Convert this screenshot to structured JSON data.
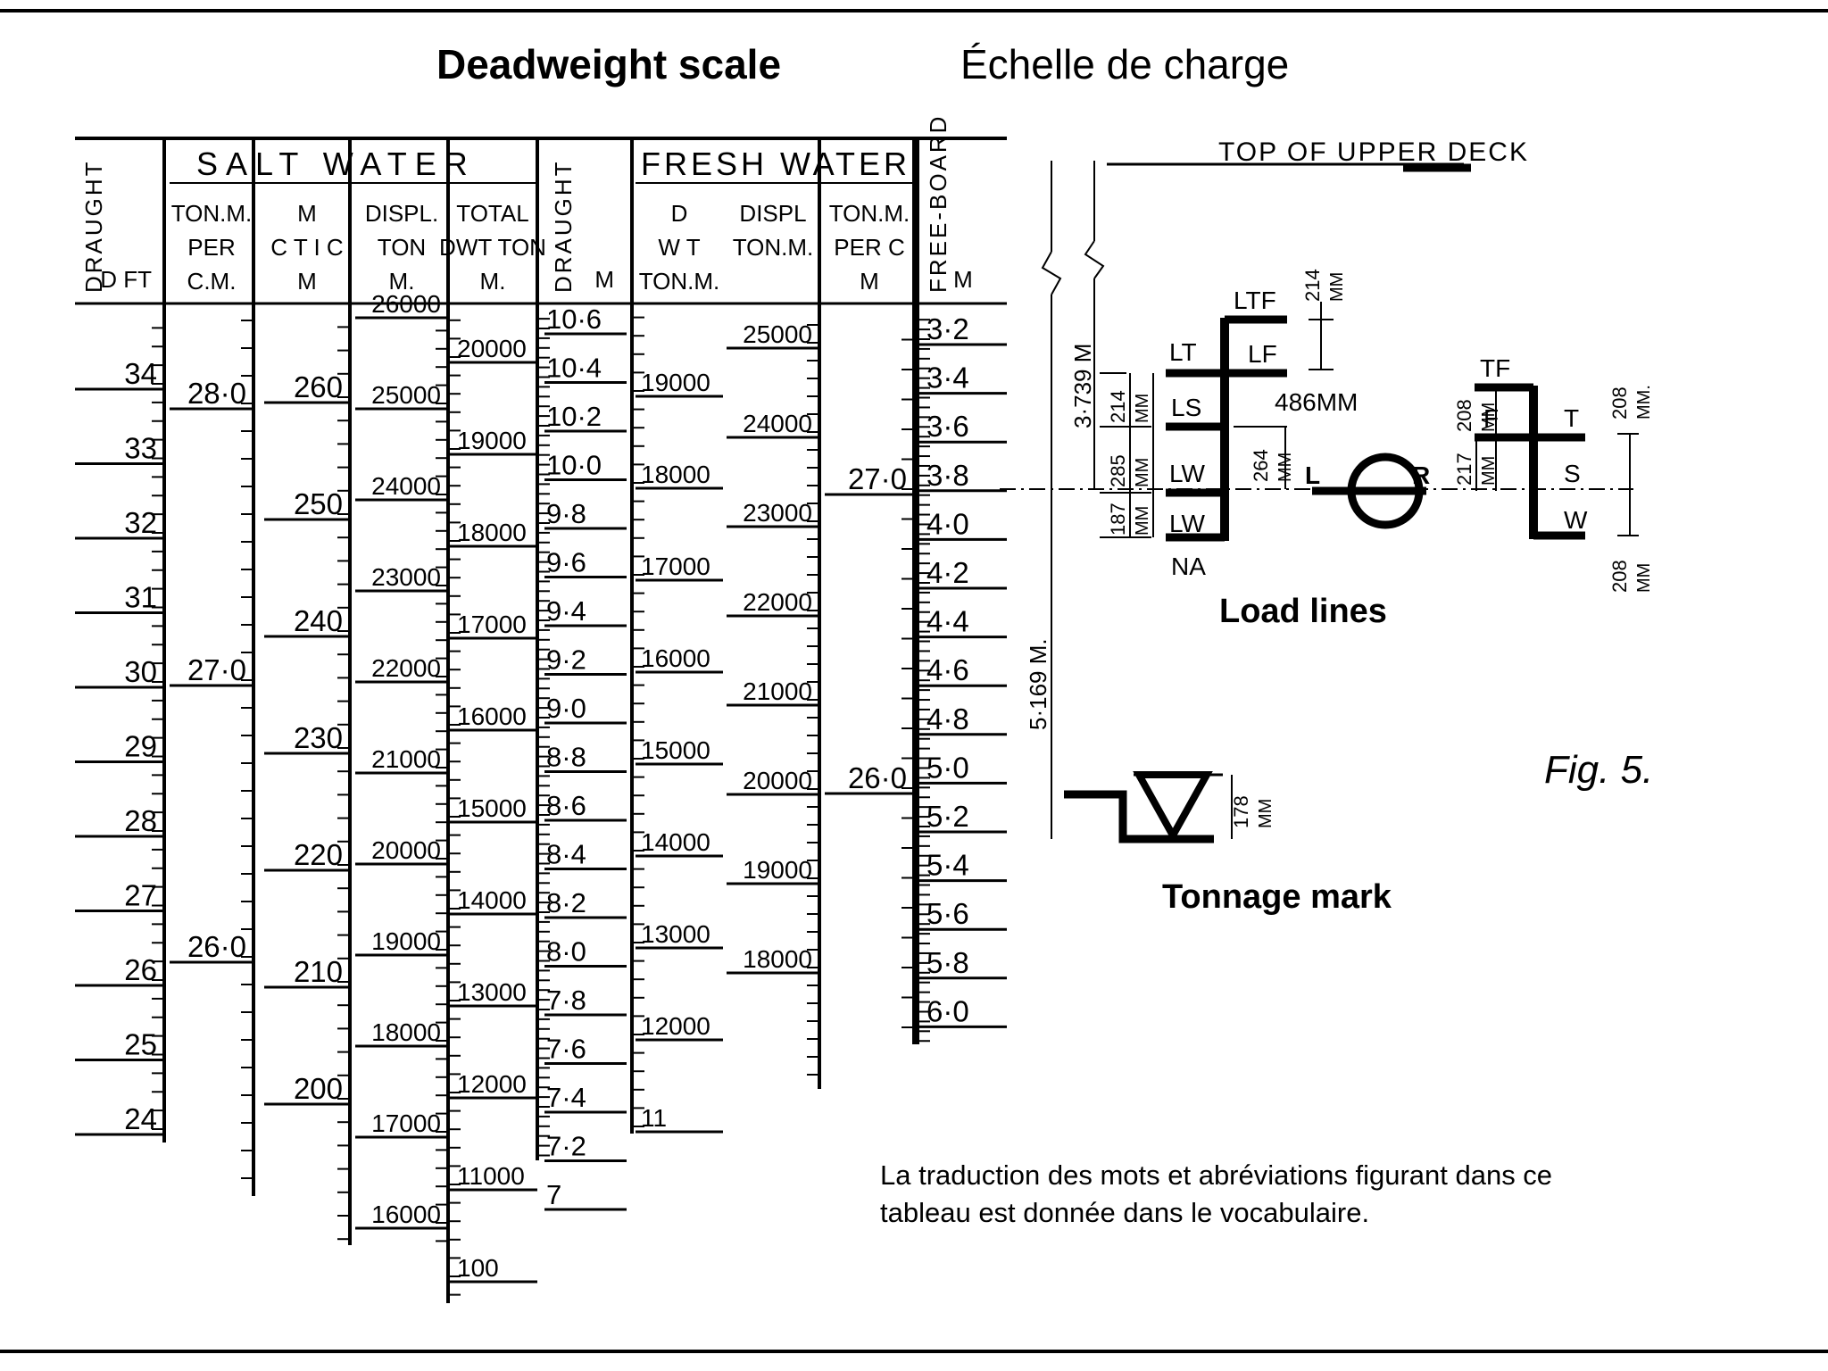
{
  "header": {
    "title_en": "Deadweight scale",
    "title_fr": "Échelle de charge"
  },
  "scale": {
    "salt_water_label": "SALT WATER",
    "fresh_water_label": "FRESH WATER",
    "columns": [
      {
        "id": "draught-ft",
        "header": "DRAUGHT",
        "subheader": "D FT",
        "labels": [
          "34",
          "33",
          "32",
          "31",
          "30",
          "29",
          "28",
          "27",
          "26",
          "25",
          "24"
        ]
      },
      {
        "id": "salt-tpc",
        "header": "TON.M. PER C.M.",
        "labels": [
          "28·0",
          "27·0",
          "26·0"
        ]
      },
      {
        "id": "salt-mct",
        "header": "M C T I C M",
        "labels": [
          "260",
          "250",
          "240",
          "230",
          "220",
          "210",
          "200"
        ]
      },
      {
        "id": "salt-displ",
        "header": "DISPL. TON M.",
        "labels": [
          "26000",
          "25000",
          "24000",
          "23000",
          "22000",
          "21000",
          "20000",
          "19000",
          "18000",
          "17000",
          "16000"
        ]
      },
      {
        "id": "salt-dwt",
        "header": "TOTAL DWT TON M.",
        "labels": [
          "20000",
          "19000",
          "18000",
          "17000",
          "16000",
          "15000",
          "14000",
          "13000",
          "12000",
          "11000",
          "100"
        ]
      },
      {
        "id": "draught-m",
        "header": "DRAUGHT",
        "subheader": "M",
        "labels": [
          "10·6",
          "10·4",
          "10·2",
          "10·0",
          "9·8",
          "9·6",
          "9·4",
          "9·2",
          "9·0",
          "8·8",
          "8·6",
          "8·4",
          "8·2",
          "8·0",
          "7·8",
          "7·6",
          "7·4",
          "7·2",
          "7"
        ]
      },
      {
        "id": "fresh-dwt",
        "header": "D W T TON.M.",
        "labels": [
          "19000",
          "18000",
          "17000",
          "16000",
          "15000",
          "14000",
          "13000",
          "12000",
          "11"
        ]
      },
      {
        "id": "fresh-displ",
        "header": "DISPL TON.M.",
        "labels": [
          "25000",
          "24000",
          "23000",
          "22000",
          "21000",
          "20000",
          "19000",
          "18000"
        ]
      },
      {
        "id": "fresh-tpc",
        "header": "TON.M. PER C M",
        "labels": [
          "27·0",
          "26·0"
        ]
      },
      {
        "id": "freeboard",
        "header": "FREE-BOARD",
        "subheader": "M",
        "labels": [
          "3·2",
          "3·4",
          "3·6",
          "3·8",
          "4·0",
          "4·2",
          "4·4",
          "4·6",
          "4·8",
          "5·0",
          "5·2",
          "5·4",
          "5·6",
          "5·8",
          "6·0"
        ]
      }
    ]
  },
  "loadlines": {
    "caption": "Load lines",
    "top_deck": "TOP OF UPPER DECK",
    "dim_3739": "3·739 M",
    "dim_5169": "5·169 M.",
    "dim_486": "486MM",
    "dim_214": "214",
    "dim_285": "285",
    "dim_187": "187",
    "dim_264": "264",
    "dim_217": "217",
    "dim_208": "208",
    "mm": "MM",
    "mm_dot": "MM.",
    "marks": {
      "ltf": "LTF",
      "lt": "LT",
      "lf": "LF",
      "ls": "LS",
      "lw": "LW",
      "lwna": "LW",
      "na": "NA",
      "l": "L",
      "r": "R",
      "tf": "TF",
      "f": "F",
      "t": "T",
      "s": "S",
      "w": "W"
    }
  },
  "tonnage": {
    "caption": "Tonnage mark",
    "dim_178": "178",
    "mm": "MM"
  },
  "figure_label": "Fig. 5.",
  "note": {
    "line1": "La traduction des mots et abréviations figurant dans ce",
    "line2": "tableau est donnée dans le vocabulaire."
  }
}
